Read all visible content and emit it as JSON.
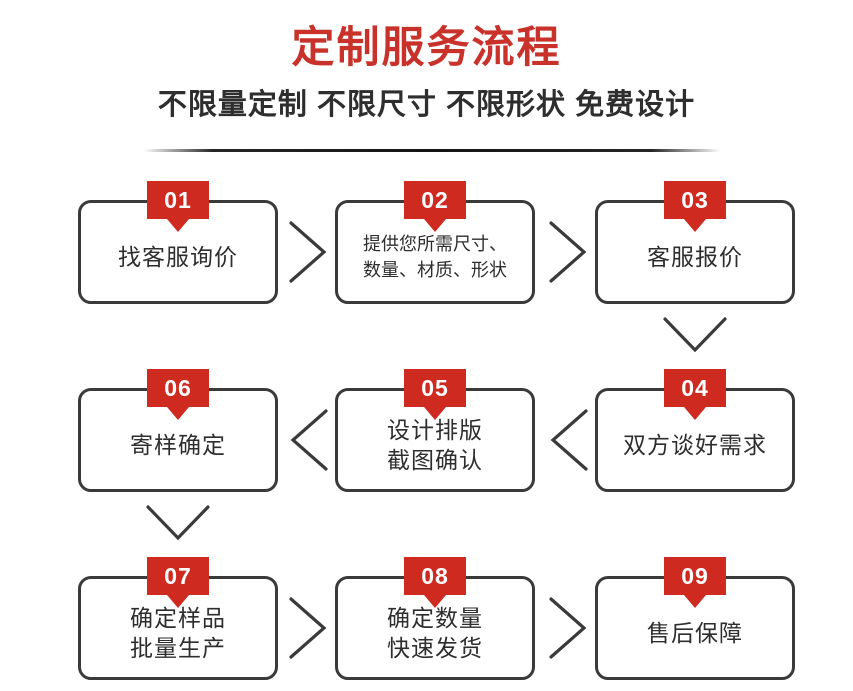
{
  "header": {
    "title": "定制服务流程",
    "subtitle": "不限量定制 不限尺寸 不限形状 免费设计",
    "title_color": "#c8322a",
    "subtitle_color": "#2e2e2e"
  },
  "theme": {
    "badge_red": "#cf2a20",
    "box_border": "#3a3a3a",
    "text_color": "#2e2e2e",
    "background": "#ffffff"
  },
  "steps": [
    {
      "number": "01",
      "lines": [
        "找客服询价"
      ],
      "size": "normal"
    },
    {
      "number": "02",
      "lines": [
        "提供您所需尺寸、",
        "数量、材质、形状"
      ],
      "size": "small"
    },
    {
      "number": "03",
      "lines": [
        "客服报价"
      ],
      "size": "normal"
    },
    {
      "number": "04",
      "lines": [
        "双方谈好需求"
      ],
      "size": "normal"
    },
    {
      "number": "05",
      "lines": [
        "设计排版",
        "截图确认"
      ],
      "size": "normal"
    },
    {
      "number": "06",
      "lines": [
        "寄样确定"
      ],
      "size": "normal"
    },
    {
      "number": "07",
      "lines": [
        "确定样品",
        "批量生产"
      ],
      "size": "normal"
    },
    {
      "number": "08",
      "lines": [
        "确定数量",
        "快速发货"
      ],
      "size": "normal"
    },
    {
      "number": "09",
      "lines": [
        "售后保障"
      ],
      "size": "normal"
    }
  ],
  "connectors": [
    {
      "from": "01",
      "to": "02",
      "direction": "right"
    },
    {
      "from": "02",
      "to": "03",
      "direction": "right"
    },
    {
      "from": "03",
      "to": "04",
      "direction": "down"
    },
    {
      "from": "04",
      "to": "05",
      "direction": "left"
    },
    {
      "from": "05",
      "to": "06",
      "direction": "left"
    },
    {
      "from": "06",
      "to": "07",
      "direction": "down"
    },
    {
      "from": "07",
      "to": "08",
      "direction": "right"
    },
    {
      "from": "08",
      "to": "09",
      "direction": "right"
    }
  ]
}
